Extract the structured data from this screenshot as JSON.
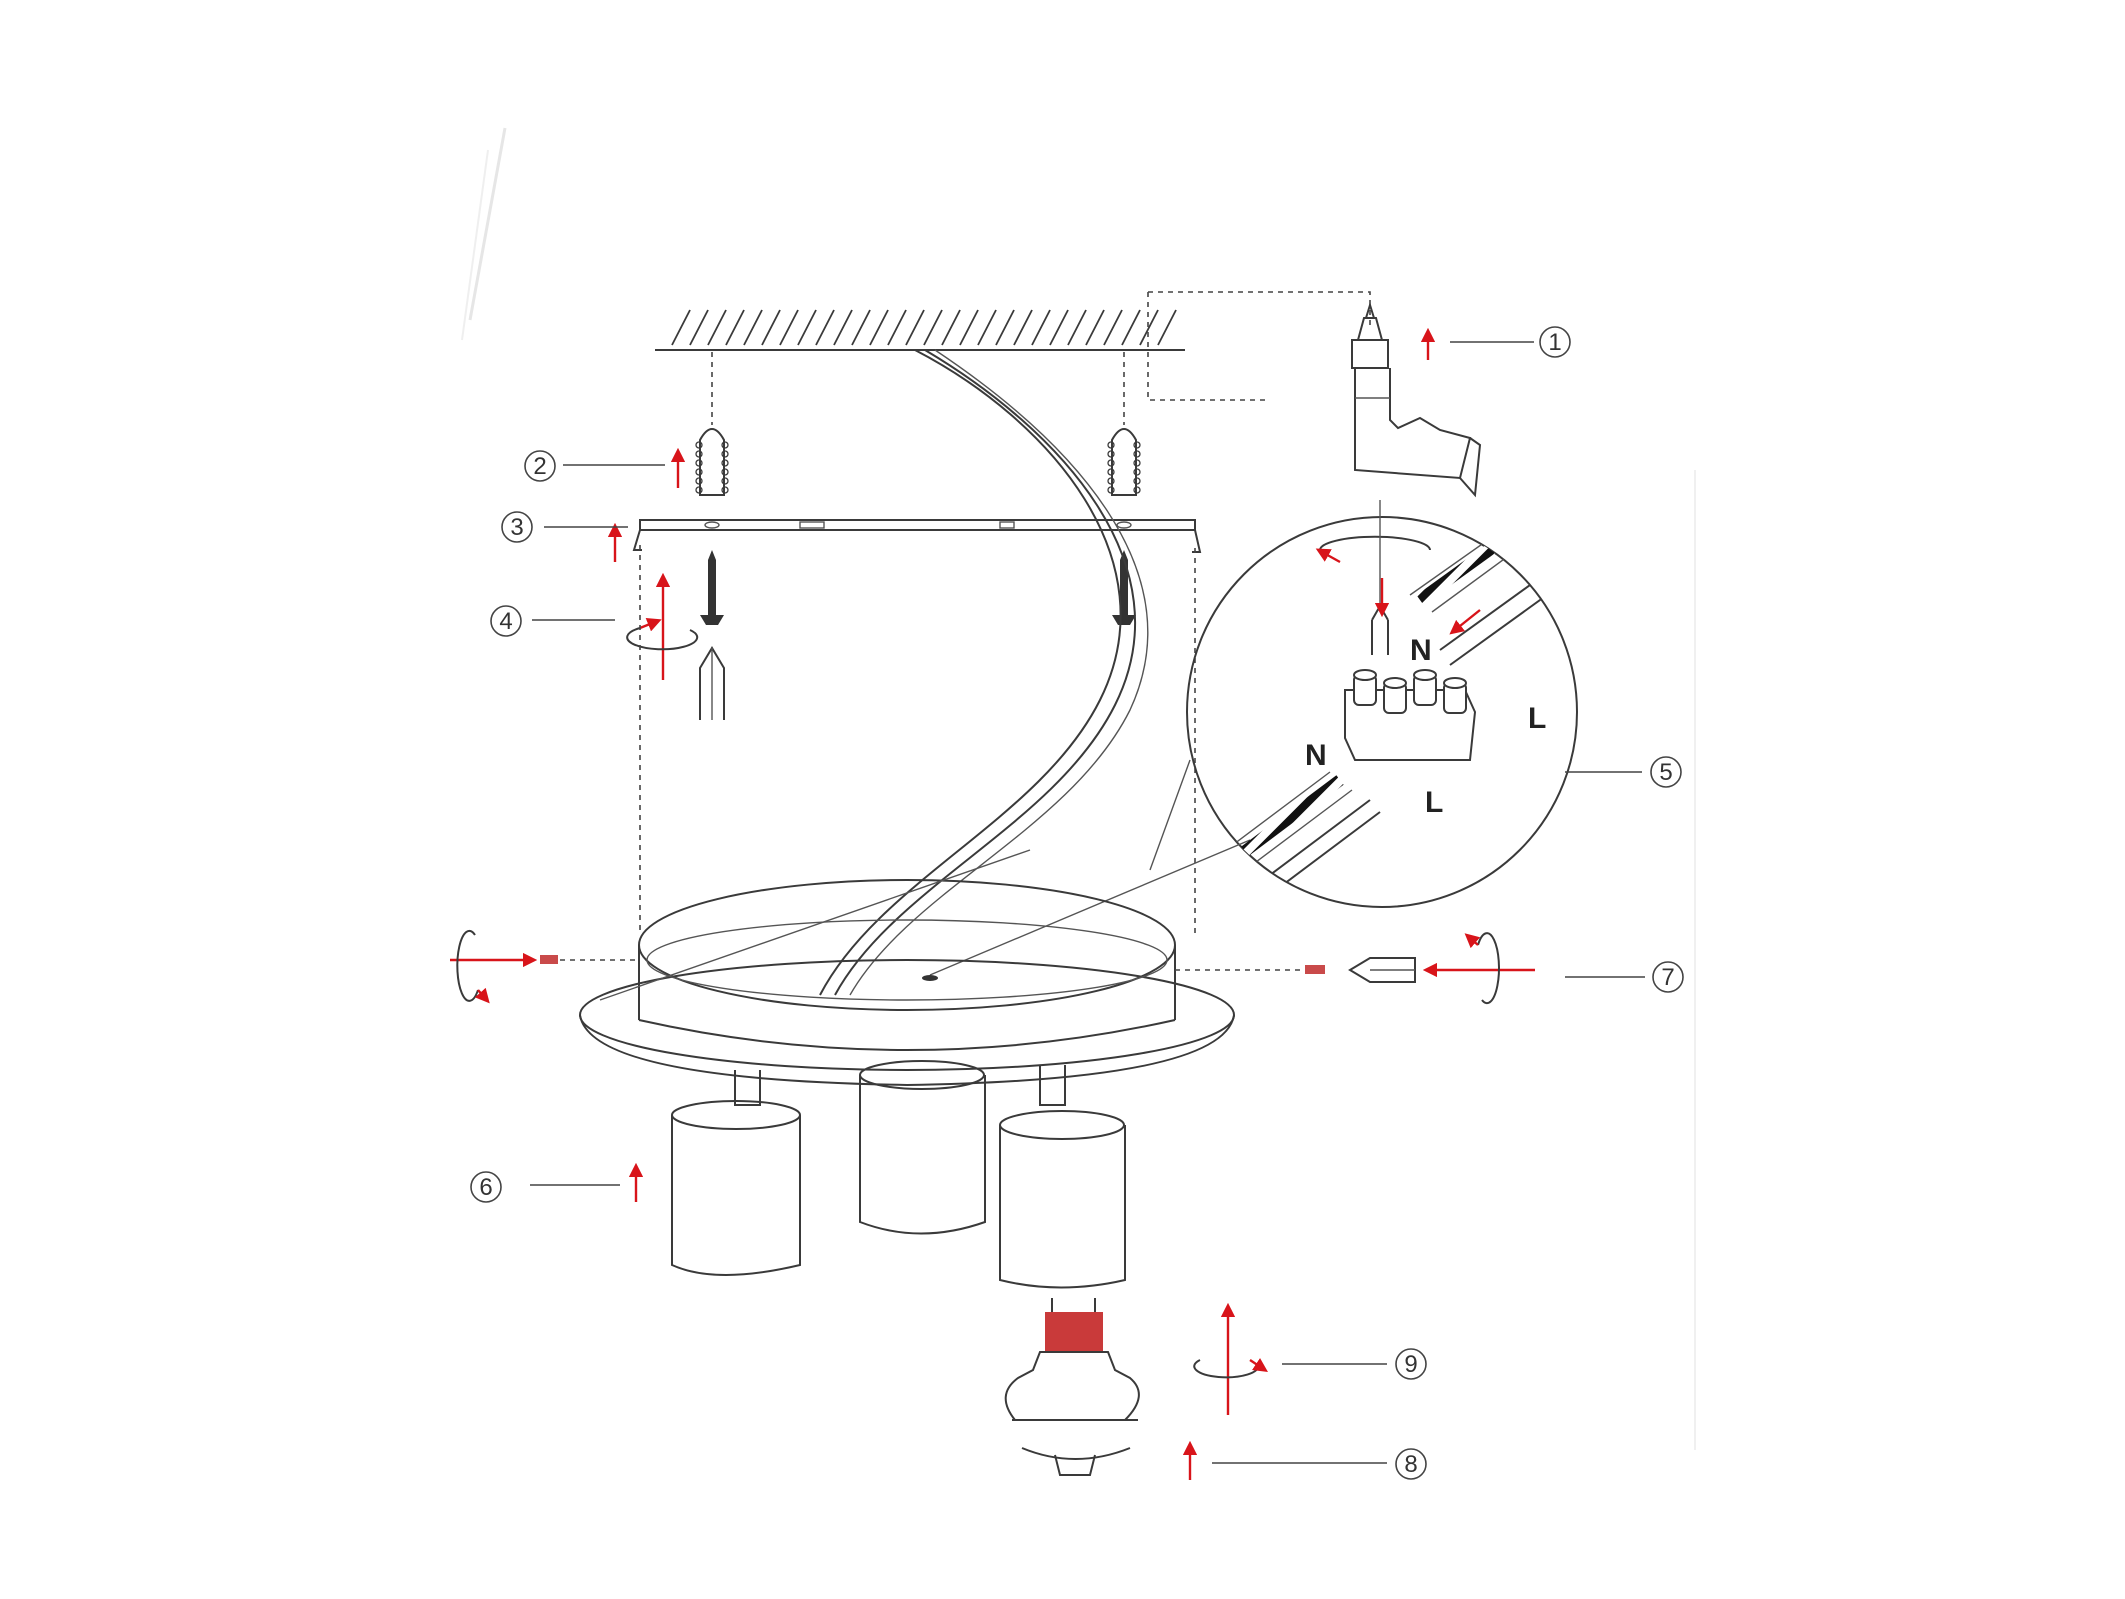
{
  "callouts": [
    {
      "id": "c1",
      "text": "1"
    },
    {
      "id": "c2",
      "text": "2"
    },
    {
      "id": "c3",
      "text": "3"
    },
    {
      "id": "c4",
      "text": "4"
    },
    {
      "id": "c5",
      "text": "5"
    },
    {
      "id": "c6",
      "text": "6"
    },
    {
      "id": "c7",
      "text": "7"
    },
    {
      "id": "c8",
      "text": "8"
    },
    {
      "id": "c9",
      "text": "9"
    }
  ],
  "wiring": {
    "neutral_top": "N",
    "neutral_left": "N",
    "live_right": "L",
    "live_bottom": "L"
  },
  "colors": {
    "accent": "#d8141a",
    "line": "#3a3a3a",
    "bulb_pins": "#c93a3a"
  },
  "icons": [
    "drill-icon",
    "wall-plug-icon",
    "screw-icon",
    "screwdriver-icon",
    "rotate-arrow-icon",
    "up-arrow-icon",
    "terminal-block-icon",
    "gu10-bulb-icon"
  ]
}
